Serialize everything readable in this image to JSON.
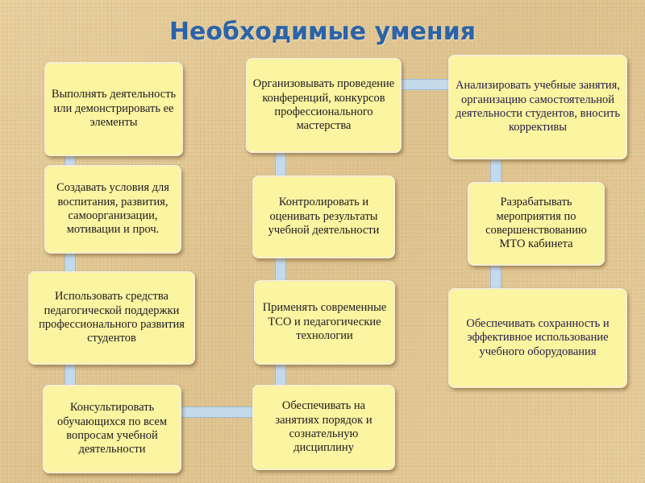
{
  "title": "Необходимые умения",
  "boxes": {
    "perform": "Выполнять деятельность или демонстрировать ее элементы",
    "conditions": "Создавать условия для воспитания, развития, самоорганизации, мотивации и проч.",
    "support": "Использовать средства педагогической поддержки профессионального развития студентов",
    "consult": "Консультировать обучающихся по всем вопросам учебной деятельности",
    "organize": "Организовывать проведение конференций, конкурсов профессионального мастерства",
    "control": "Контролировать и оценивать результаты учебной деятельности",
    "tso": "Применять современные ТСО и педагогические технологии",
    "order": "Обеспечивать на занятиях порядок и сознательную дисциплину",
    "analyze": "Анализировать учебные занятия, организацию самостоятельной деятельности студентов, вносить коррективы",
    "mto": "Разрабатывать мероприятия по совершенствованию МТО кабинета",
    "equipment": "Обеспечивать сохранность и эффективное использование учебного оборудования"
  }
}
